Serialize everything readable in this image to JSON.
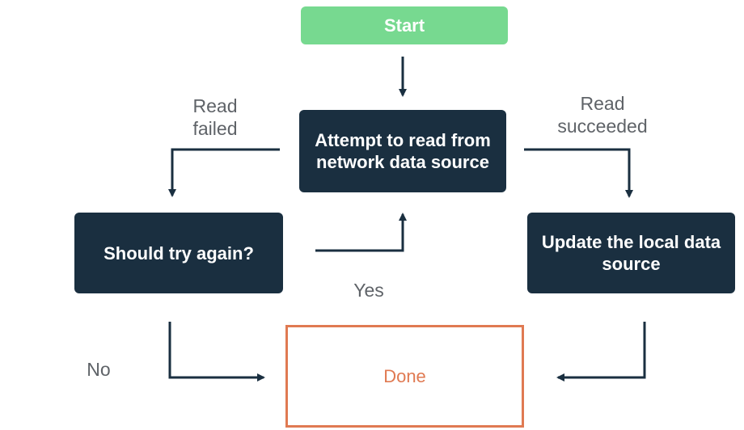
{
  "colors": {
    "start_fill": "#77d990",
    "dark_fill": "#1a2f40",
    "done_border": "#e07a52",
    "done_text": "#e07a52",
    "label_text": "#5f6368",
    "arrow": "#1a2f40"
  },
  "nodes": {
    "start": "Start",
    "attempt": "Attempt to read from\nnetwork data source",
    "retry": "Should try again?",
    "update": "Update the local data\nsource",
    "done": "Done"
  },
  "edges": {
    "read_failed": "Read\nfailed",
    "read_succeeded": "Read\nsucceeded",
    "yes": "Yes",
    "no": "No"
  }
}
